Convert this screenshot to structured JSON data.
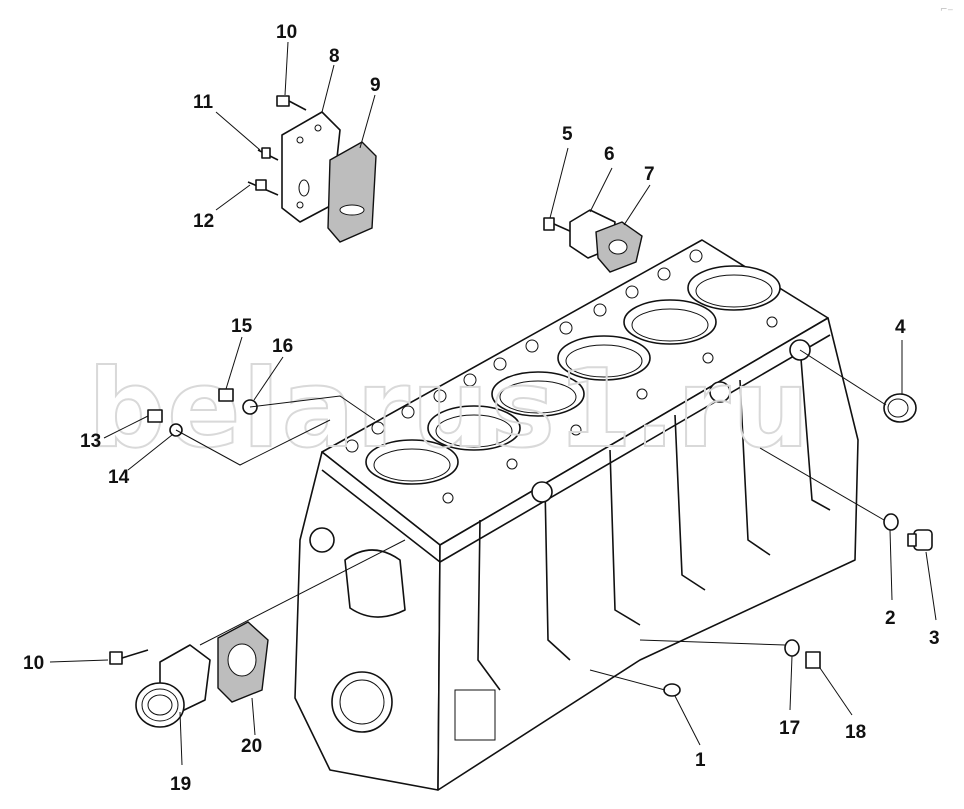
{
  "watermark": "belarus1.ru",
  "corner_mark": "⌐‒",
  "labels": [
    {
      "id": "10",
      "text": "10"
    },
    {
      "id": "8",
      "text": "8"
    },
    {
      "id": "9",
      "text": "9"
    },
    {
      "id": "11",
      "text": "11"
    },
    {
      "id": "12",
      "text": "12"
    },
    {
      "id": "5",
      "text": "5"
    },
    {
      "id": "6",
      "text": "6"
    },
    {
      "id": "7",
      "text": "7"
    },
    {
      "id": "15",
      "text": "15"
    },
    {
      "id": "16",
      "text": "16"
    },
    {
      "id": "4",
      "text": "4"
    },
    {
      "id": "13",
      "text": "13"
    },
    {
      "id": "14",
      "text": "14"
    },
    {
      "id": "2",
      "text": "2"
    },
    {
      "id": "3",
      "text": "3"
    },
    {
      "id": "10b",
      "text": "10"
    },
    {
      "id": "17",
      "text": "17"
    },
    {
      "id": "18",
      "text": "18"
    },
    {
      "id": "20",
      "text": "20"
    },
    {
      "id": "1",
      "text": "1"
    },
    {
      "id": "19",
      "text": "19"
    }
  ],
  "colors": {
    "ink": "#111111",
    "gasket": "#bdbdbd",
    "watermark": "#d9d9d9"
  }
}
